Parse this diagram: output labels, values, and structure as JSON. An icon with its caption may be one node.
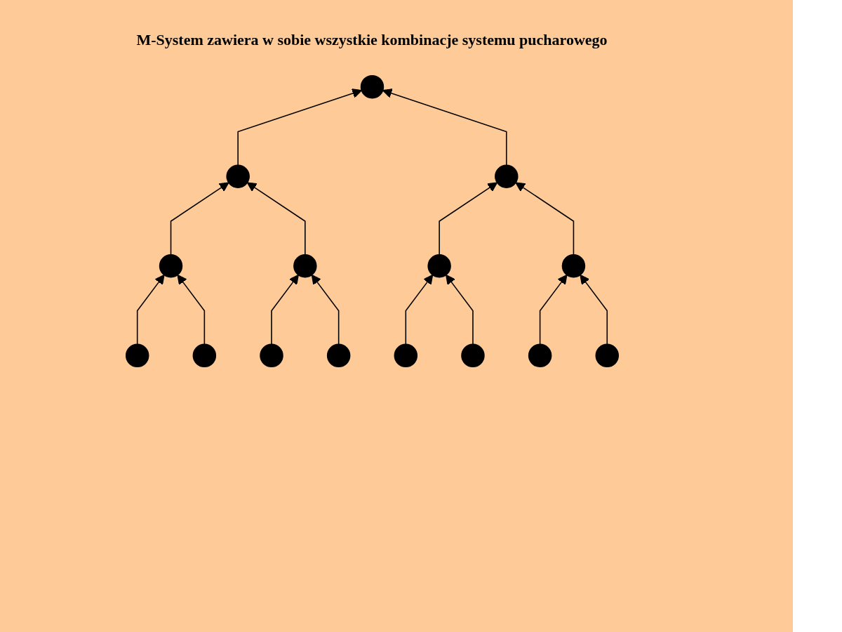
{
  "diagram": {
    "title": "M-System zawiera w sobie wszystkie kombinacje systemu pucharowego",
    "nodes": [
      {
        "text": [],
        "shape": "circle"
      },
      {
        "text": [],
        "shape": "circle"
      },
      {
        "text": [],
        "shape": "circle"
      },
      {
        "text": [],
        "shape": "circle"
      },
      {
        "text": [],
        "shape": "circle"
      },
      {
        "text": [],
        "shape": "circle"
      },
      {
        "text": [],
        "shape": "circle"
      },
      {
        "text": [],
        "shape": "circle"
      },
      {
        "text": [],
        "shape": "circle"
      },
      {
        "text": [],
        "shape": "circle"
      },
      {
        "text": [],
        "shape": "circle"
      },
      {
        "text": [],
        "shape": "circle"
      },
      {
        "text": [],
        "shape": "circle"
      },
      {
        "text": [],
        "shape": "circle"
      },
      {
        "text": [],
        "shape": "circle"
      }
    ],
    "edges": [
      {
        "from": 1,
        "to": 0,
        "arrow": "to"
      },
      {
        "from": 2,
        "to": 0,
        "arrow": "to"
      },
      {
        "from": 3,
        "to": 1,
        "arrow": "to"
      },
      {
        "from": 4,
        "to": 1,
        "arrow": "to"
      },
      {
        "from": 5,
        "to": 2,
        "arrow": "to"
      },
      {
        "from": 6,
        "to": 2,
        "arrow": "to"
      },
      {
        "from": 7,
        "to": 3,
        "arrow": "to"
      },
      {
        "from": 8,
        "to": 3,
        "arrow": "to"
      },
      {
        "from": 9,
        "to": 4,
        "arrow": "to"
      },
      {
        "from": 10,
        "to": 4,
        "arrow": "to"
      },
      {
        "from": 11,
        "to": 5,
        "arrow": "to"
      },
      {
        "from": 12,
        "to": 5,
        "arrow": "to"
      },
      {
        "from": 13,
        "to": 6,
        "arrow": "to"
      },
      {
        "from": 14,
        "to": 6,
        "arrow": "to"
      }
    ]
  }
}
